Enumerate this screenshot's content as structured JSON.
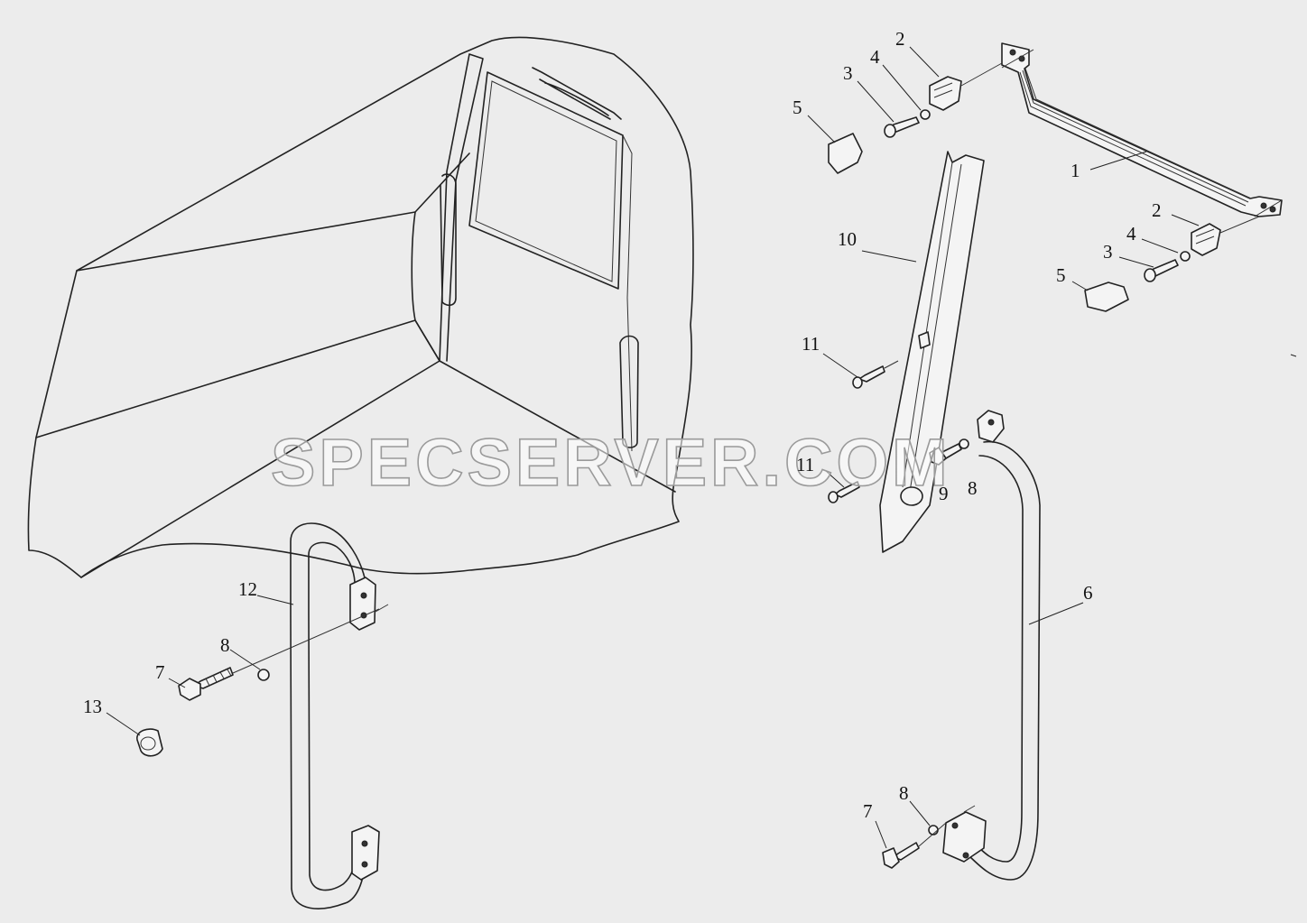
{
  "watermark": "SPECSERVER.COM",
  "callouts": {
    "c1": "1",
    "c2a": "2",
    "c2b": "2",
    "c3a": "3",
    "c3b": "3",
    "c4a": "4",
    "c4b": "4",
    "c5a": "5",
    "c5b": "5",
    "c6": "6",
    "c7a": "7",
    "c7b": "7",
    "c8a": "8",
    "c8b": "8",
    "c8c": "8",
    "c9": "9",
    "c10": "10",
    "c11a": "11",
    "c11b": "11",
    "c12": "12",
    "c13": "13"
  }
}
